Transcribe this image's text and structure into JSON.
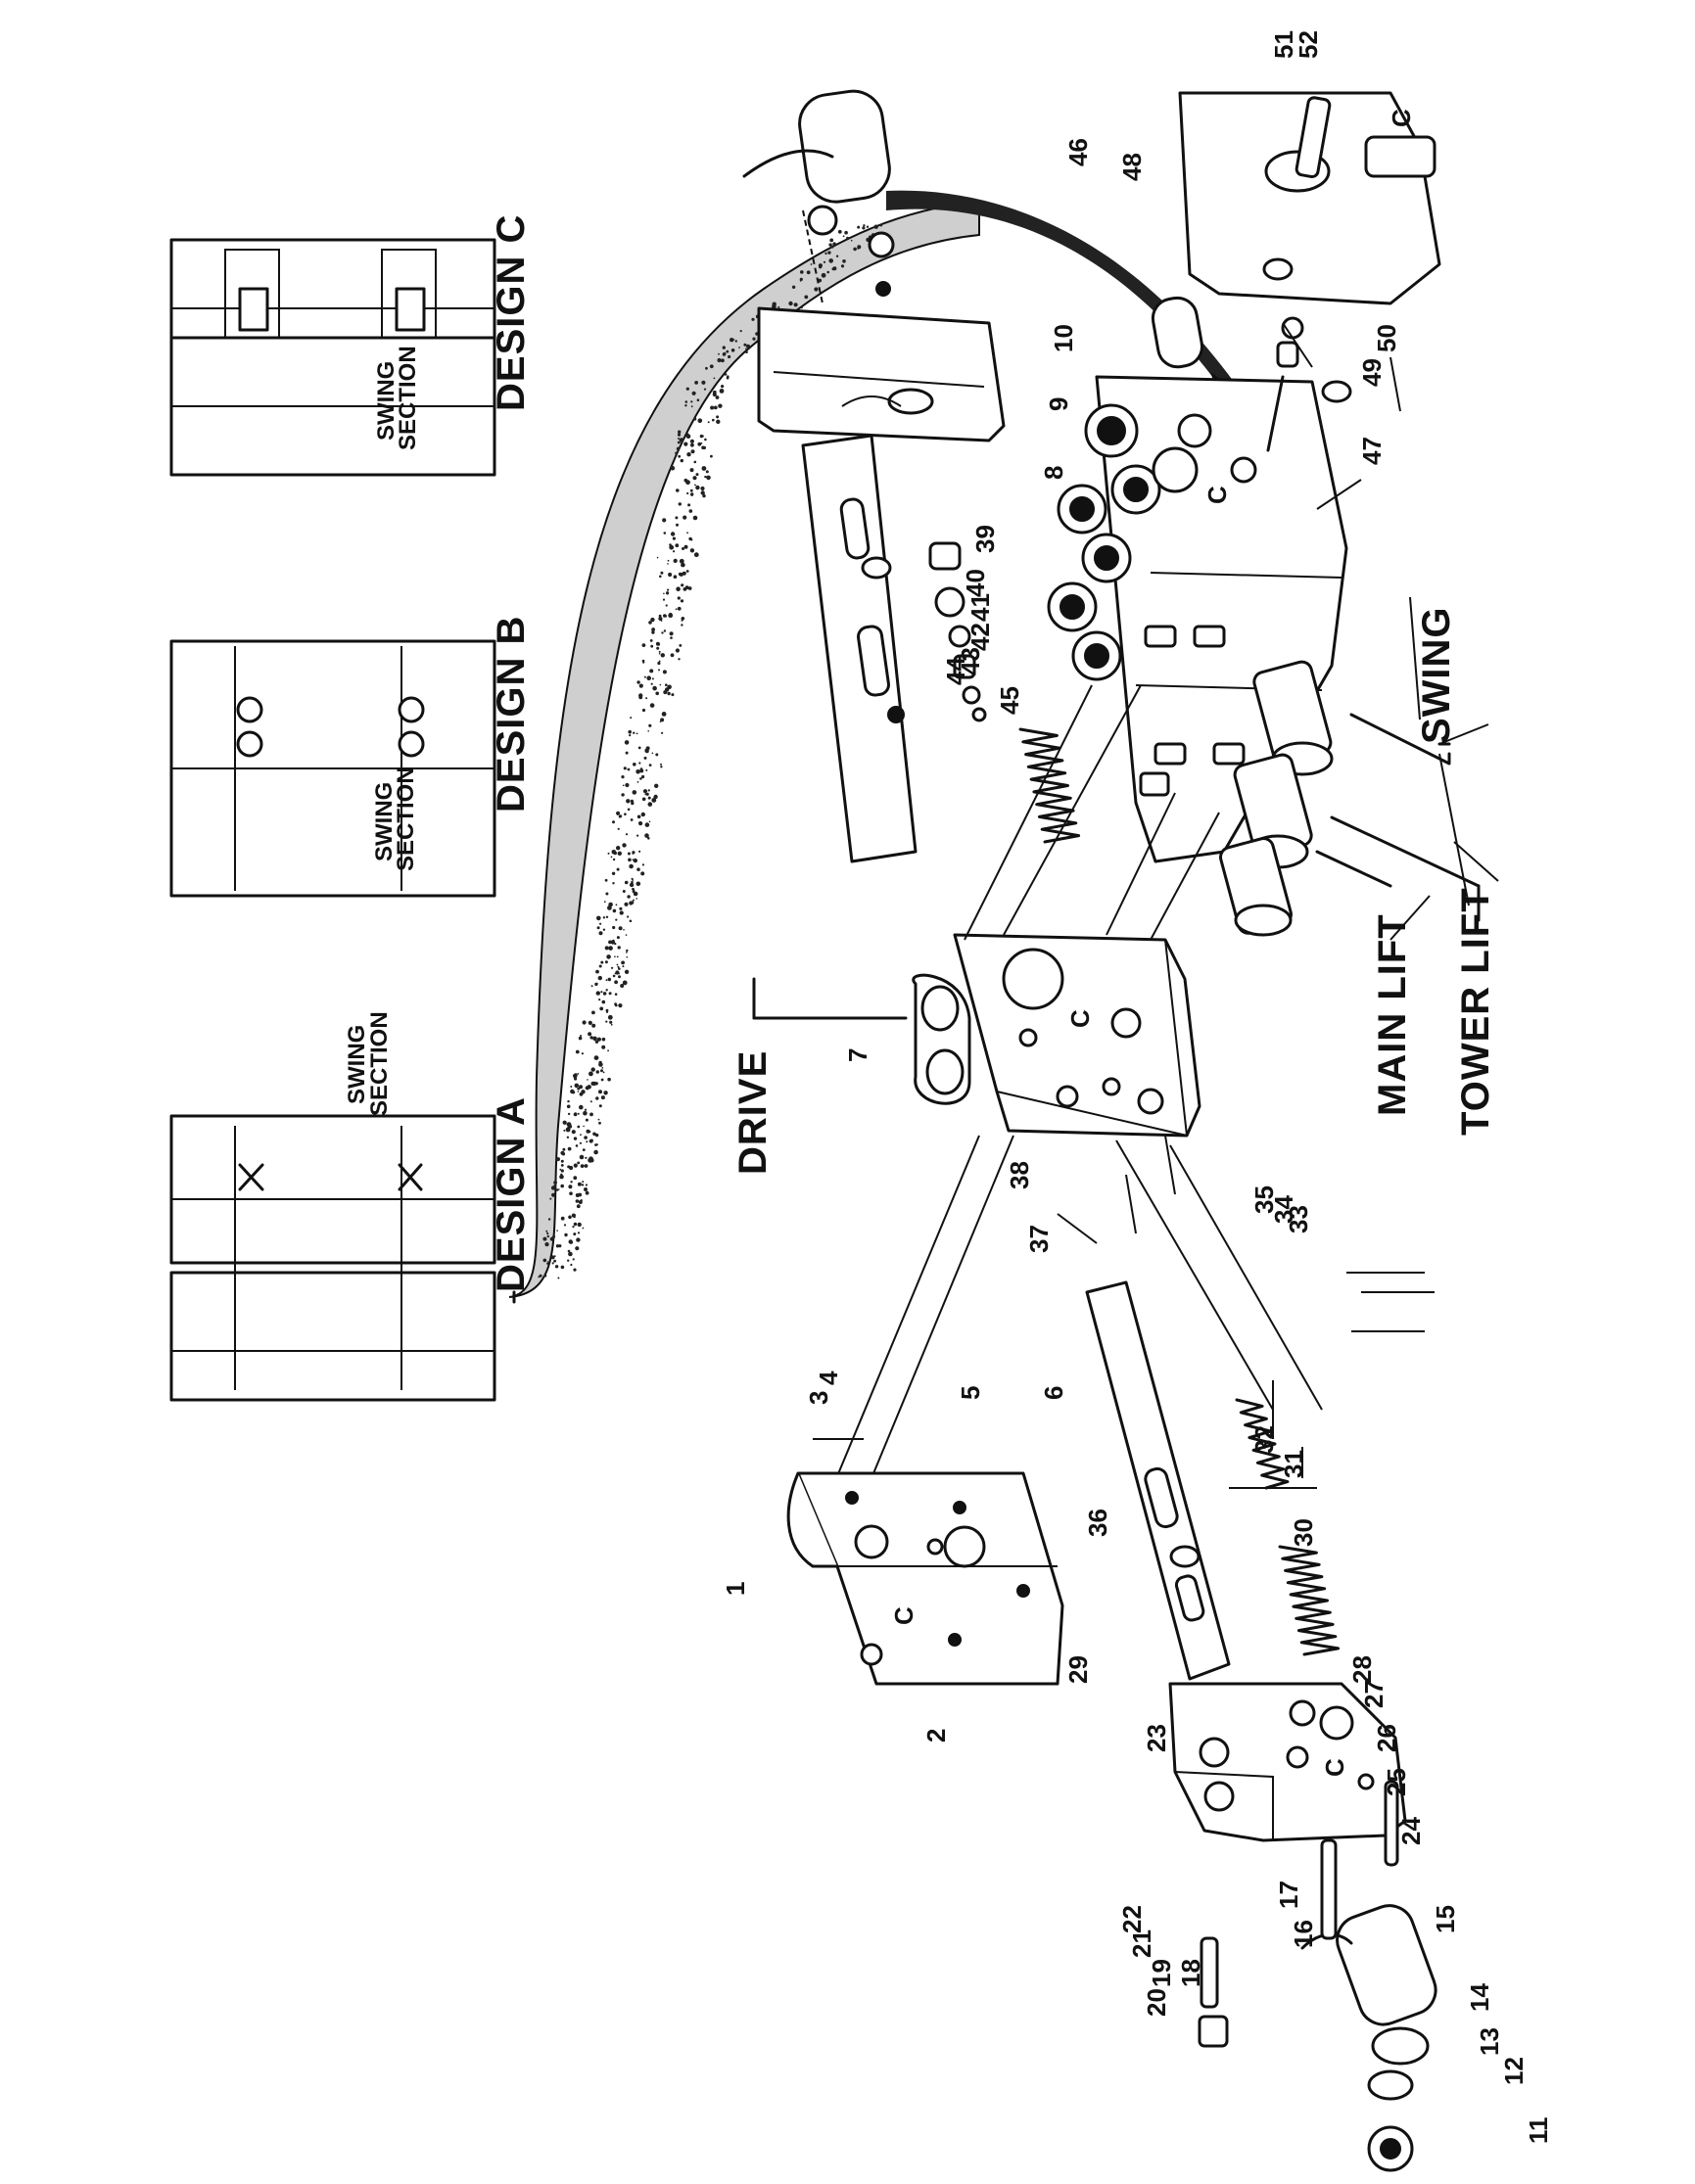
{
  "figure": {
    "part_numbers": [
      "1",
      "2",
      "3",
      "4",
      "5",
      "6",
      "7",
      "8",
      "9",
      "10",
      "11",
      "12",
      "13",
      "14",
      "15",
      "16",
      "17",
      "18",
      "19",
      "20",
      "21",
      "22",
      "23",
      "24",
      "25",
      "26",
      "27",
      "28",
      "29",
      "30",
      "31",
      "32",
      "33",
      "34",
      "35",
      "36",
      "37",
      "38",
      "39",
      "40",
      "41",
      "42",
      "43",
      "44",
      "45",
      "46",
      "47",
      "48",
      "49",
      "50",
      "51",
      "52"
    ],
    "section_labels": {
      "drive": "DRIVE",
      "main_lift": "MAIN LIFT",
      "tower_lift": "TOWER LIFT",
      "swing": "SWING"
    },
    "designs": {
      "a": "DESIGN A",
      "b": "DESIGN B",
      "c": "DESIGN C"
    },
    "swing_section_line1": "SWING",
    "swing_section_line2": "SECTION",
    "port_letter": "C"
  }
}
